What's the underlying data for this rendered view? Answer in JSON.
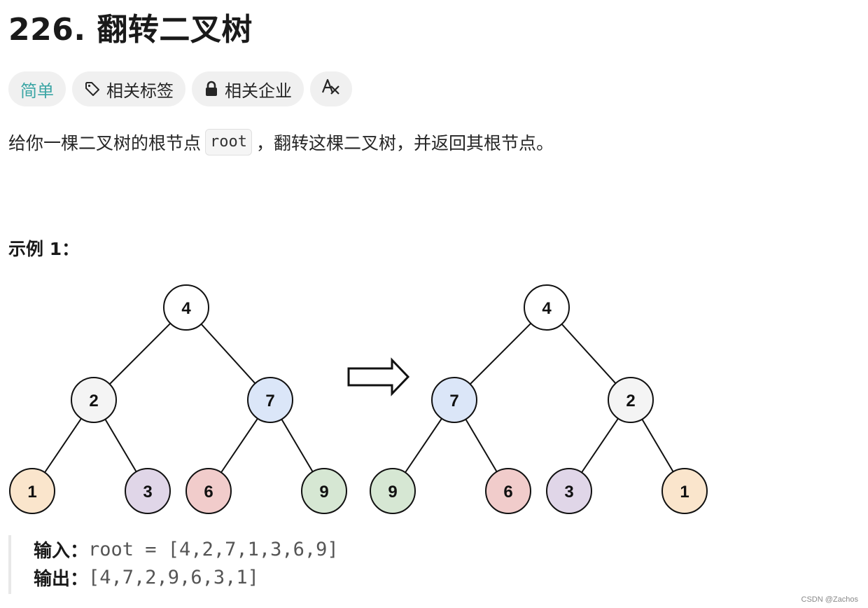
{
  "problem": {
    "title": "226. 翻转二叉树"
  },
  "tags": {
    "difficulty": "简单",
    "related_tags": "相关标签",
    "related_companies": "相关企业",
    "translate_icon": "translate-icon"
  },
  "description": {
    "before": "给你一棵二叉树的根节点",
    "code": "root",
    "after": "，翻转这棵二叉树，并返回其根节点。"
  },
  "example": {
    "title": "示例 1：",
    "input_label": "输入：",
    "input_value": "root = [4,2,7,1,3,6,9]",
    "output_label": "输出：",
    "output_value": "[4,7,2,9,6,3,1]"
  },
  "trees": {
    "original": {
      "root": "4",
      "level1": [
        "2",
        "7"
      ],
      "level2": [
        "1",
        "3",
        "6",
        "9"
      ]
    },
    "inverted": {
      "root": "4",
      "level1": [
        "7",
        "2"
      ],
      "level2": [
        "9",
        "6",
        "3",
        "1"
      ]
    },
    "arrow": "arrow-right-icon"
  },
  "colors": {
    "difficulty_easy": "#3aa5a4",
    "node_1": "#fae5cc",
    "node_2": "#f4f4f4",
    "node_3": "#e0d6e8",
    "node_4": "#ffffff",
    "node_6": "#f1cccb",
    "node_7": "#dbe6f8",
    "node_9": "#d6e7d3"
  },
  "watermark": "CSDN @Zachos"
}
